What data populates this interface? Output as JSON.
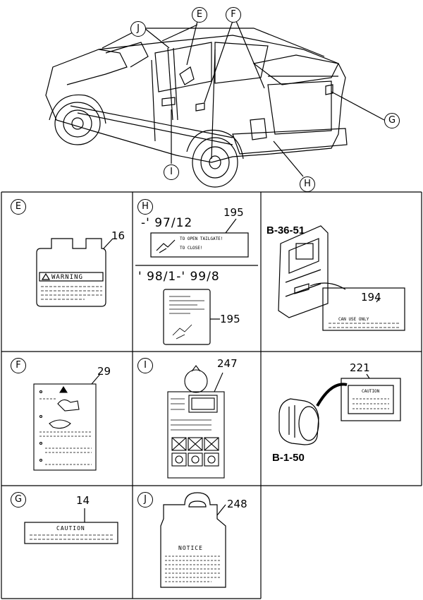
{
  "callouts": {
    "E": "E",
    "F": "F",
    "J": "J",
    "G": "G",
    "H": "H",
    "I": "I"
  },
  "panels": {
    "E": {
      "callout": "E",
      "part_no": "16",
      "label_text": "WARNING"
    },
    "H": {
      "callout": "H",
      "date_1": "-' 97/12",
      "part_no_1": "195",
      "line_1": "TO OPEN TAILGATE!",
      "line_2": "TO CLOSE!",
      "date_2": "' 98/1-' 99/8",
      "part_no_2": "195"
    },
    "B36": {
      "ref": "B-36-51",
      "part_no": "194",
      "label_text": "CAN USE ONLY"
    },
    "F": {
      "callout": "F",
      "part_no": "29"
    },
    "I": {
      "callout": "I",
      "part_no": "247"
    },
    "B1": {
      "ref": "B-1-50",
      "part_no": "221",
      "label_text": "CAUTION"
    },
    "G": {
      "callout": "G",
      "part_no": "14",
      "label_text": "CAUTION"
    },
    "J": {
      "callout": "J",
      "part_no": "248",
      "label_text": "NOTICE"
    }
  }
}
